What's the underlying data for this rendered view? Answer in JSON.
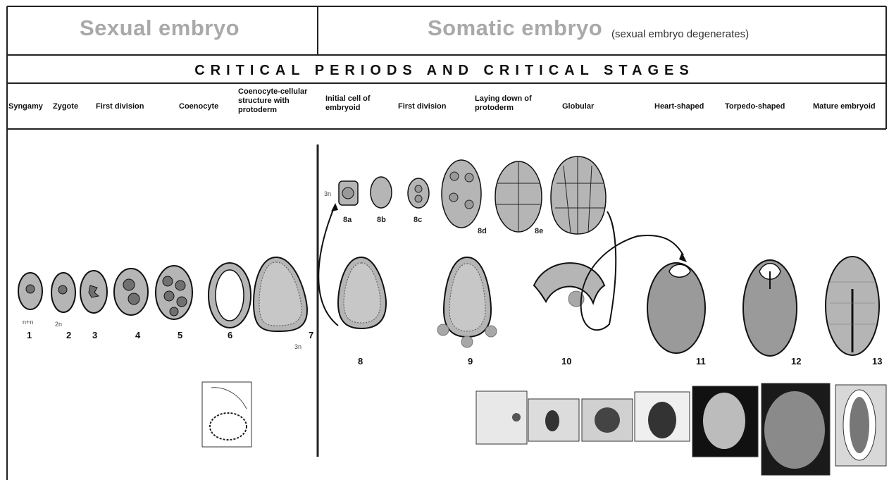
{
  "header": {
    "sexual": "Sexual embryo",
    "somatic": "Somatic embryo",
    "somatic_note": "(sexual embryo degenerates)",
    "title": "CRITICAL PERIODS AND CRITICAL STAGES"
  },
  "stages": {
    "syngamy": "Syngamy",
    "zygote": "Zygote",
    "first_division": "First division",
    "coenocyte": "Coenocyte",
    "coenocyte_cellular": "Coenocyte-cellular structure with protoderm",
    "initial_cell": "Initial cell of embryoid",
    "first_division_2": "First division",
    "laying_down": "Laying down of protoderm",
    "globular": "Globular",
    "heart": "Heart-shaped",
    "torpedo": "Torpedo-shaped",
    "mature": "Mature embryoid"
  },
  "numbers": {
    "n1": "1",
    "n2": "2",
    "n3": "3",
    "n4": "4",
    "n5": "5",
    "n6": "6",
    "n7": "7",
    "n8": "8",
    "n9": "9",
    "n10": "10",
    "n11": "11",
    "n12": "12",
    "n13": "13"
  },
  "sub_labels": {
    "a": "8a",
    "b": "8b",
    "c": "8c",
    "d": "8d",
    "e": "8e"
  },
  "ploidy": {
    "p1": "n+n",
    "p2": "2n",
    "p7": "3n",
    "p8a": "3n"
  }
}
